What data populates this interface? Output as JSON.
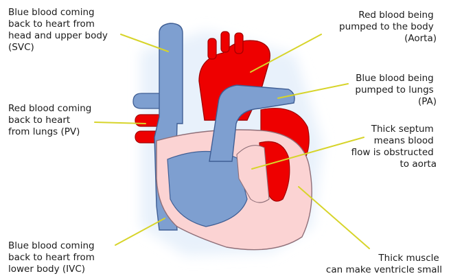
{
  "labels": {
    "svc": [
      "Blue blood coming",
      "back to heart from",
      "head and upper body",
      "(SVC)"
    ],
    "pv": [
      "Red blood coming",
      "back to heart",
      "from lungs (PV)"
    ],
    "ivc": [
      "Blue blood coming",
      "back to heart from",
      "lower body (IVC)"
    ],
    "aorta": [
      "Red blood being",
      "pumped to the body",
      "(Aorta)"
    ],
    "pa": [
      "Blue blood being",
      "pumped to lungs",
      "(PA)"
    ],
    "septum": [
      "Thick septum",
      "means blood",
      "flow is obstructed",
      "to aorta"
    ],
    "muscle": [
      "Thick muscle",
      "can make ventricle small"
    ]
  },
  "colors": {
    "deoxygenated_blue": "#7e9fd0",
    "blue_outline": "#3f5e94",
    "oxygenated_red": "#ee0000",
    "red_outline": "#a30000",
    "heart_wall_pink": "#fbd3d3",
    "wall_outline": "#8f6f78",
    "glow": "#e8f1fb",
    "leader_line": "#d7d42a"
  }
}
